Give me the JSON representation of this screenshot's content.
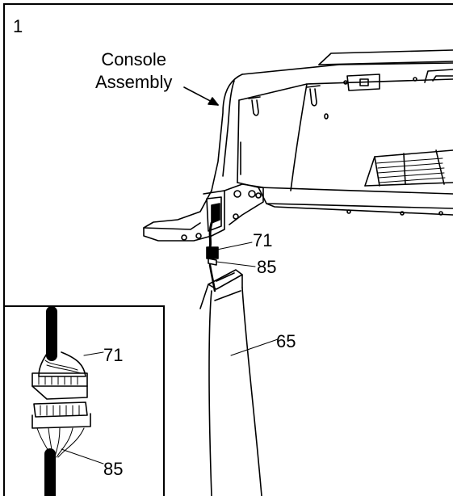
{
  "step_number": "1",
  "labels": {
    "console_assembly_line1": "Console",
    "console_assembly_line2": "Assembly",
    "wire_71": "71",
    "wire_85": "85",
    "upright_65": "65",
    "inset_wire_71": "71",
    "inset_wire_85": "85"
  }
}
